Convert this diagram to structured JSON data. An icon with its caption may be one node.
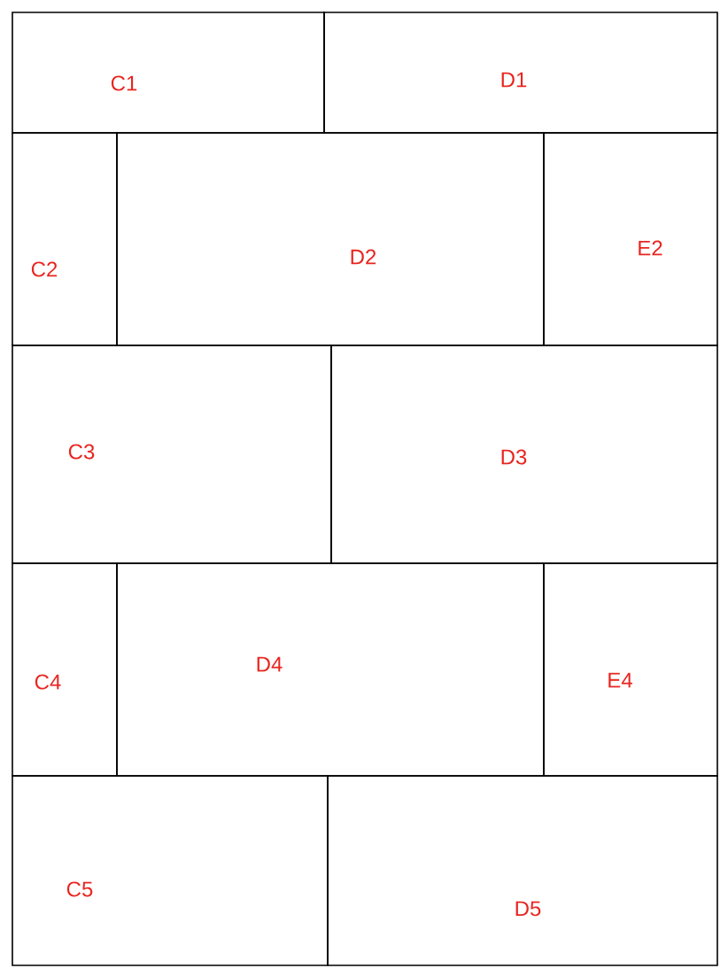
{
  "diagram": {
    "nodes": [
      {
        "text": [
          "C1"
        ]
      },
      {
        "text": [
          "D1"
        ]
      },
      {
        "text": [
          "C2"
        ]
      },
      {
        "text": [
          "D2"
        ]
      },
      {
        "text": [
          "E2"
        ]
      },
      {
        "text": [
          "C3"
        ]
      },
      {
        "text": [
          "D3"
        ]
      },
      {
        "text": [
          "C4"
        ]
      },
      {
        "text": [
          "D4"
        ]
      },
      {
        "text": [
          "E4"
        ]
      },
      {
        "text": [
          "C5"
        ]
      },
      {
        "text": [
          "D5"
        ]
      }
    ]
  }
}
